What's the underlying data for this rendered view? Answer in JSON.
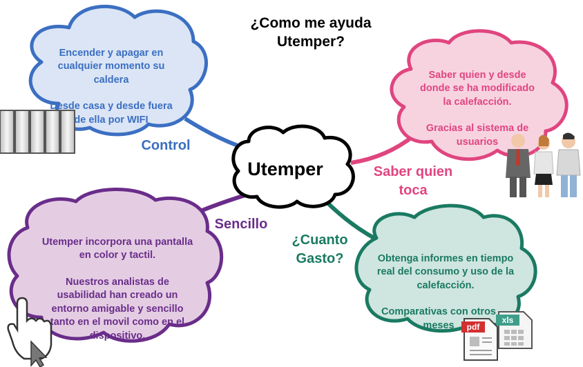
{
  "title_line1": "¿Como me ayuda",
  "title_line2": "Utemper?",
  "center": "Utemper",
  "colors": {
    "control": "#3b6fc2",
    "saber": "#e0457f",
    "gasto": "#1a7a62",
    "sencillo": "#6a2d8a",
    "control_fill": "#dbe5f5",
    "saber_fill": "#f7d3e0",
    "gasto_fill": "#cfe5df",
    "sencillo_fill": "#e4cde3"
  },
  "branches": {
    "control": {
      "label": "Control",
      "text1": "Encender y apagar en cualquier momento su caldera",
      "text2": "Desde casa y desde fuera de ella por WIFI",
      "icon": "radiator-icon"
    },
    "saber": {
      "label_line1": "Saber quien",
      "label_line2": "toca",
      "text1": "Saber quien y desde donde se ha modificado la calefacción.",
      "text2": "Gracias al sistema de usuarios",
      "icon": "users-icon"
    },
    "gasto": {
      "label_line1": "¿Cuanto",
      "label_line2": "Gasto?",
      "text1": "Obtenga informes en tiempo real del consumo y uso de la calefacción.",
      "text2": "Comparativas con otros meses",
      "icon_pdf": "pdf",
      "icon_xls": "xls"
    },
    "sencillo": {
      "label": "Sencillo",
      "text1": "Utemper incorpora una pantalla en color y tactil.",
      "text2": "Nuestros analistas de usabilidad han creado un entorno amigable y sencillo tanto en el movil como en el dispositivo.",
      "icon": "hand-pointer-icon"
    }
  }
}
